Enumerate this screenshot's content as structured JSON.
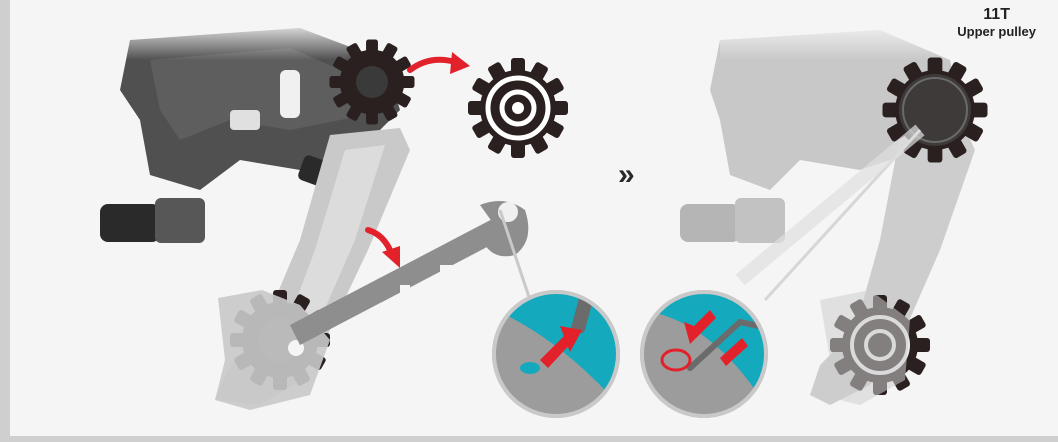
{
  "pulley_label": {
    "teeth": "11T",
    "name": "Upper pulley"
  },
  "step_arrow": "»",
  "colors": {
    "background": "#f5f5f5",
    "frame": "#cfcfcf",
    "cage_light": "#c9c9c9",
    "body_dark": "#4a4a4a",
    "pulley_dark": "#2b2020",
    "accent_arrow": "#e3212b",
    "zoom_teal": "#14a9bd"
  },
  "icons": [
    "derailleur-left",
    "derailleur-right-faded",
    "removed-pulley-icon",
    "zoom-bolt-icon",
    "zoom-allen-key-icon",
    "remove-arrow-icon",
    "step-arrow-icon"
  ]
}
